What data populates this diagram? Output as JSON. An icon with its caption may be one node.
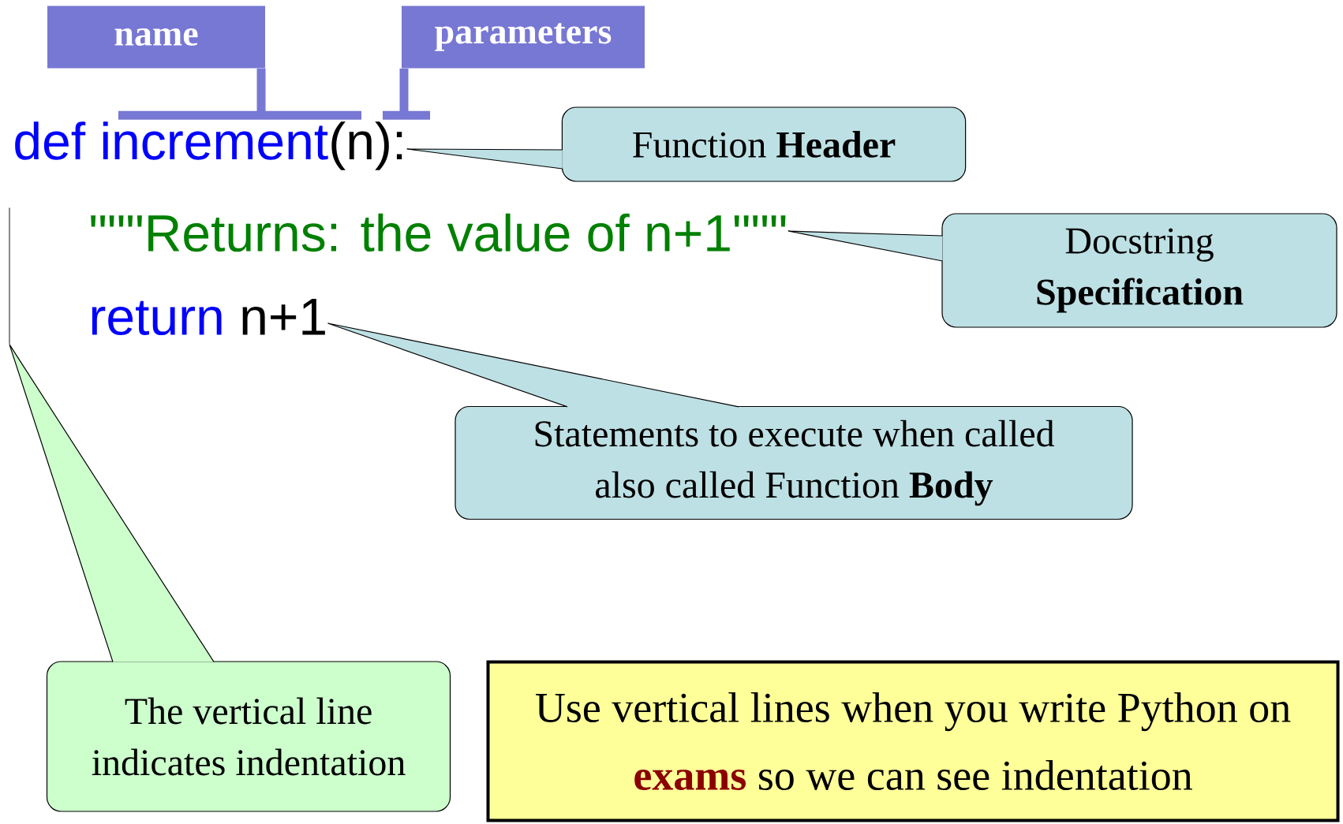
{
  "diagram": {
    "nodes": [
      {
        "text": [
          "name"
        ]
      },
      {
        "text": [
          "parameters"
        ]
      },
      {
        "text": [
          "def increment",
          "(n):"
        ]
      },
      {
        "text": [
          "\"\"\"Returns: the value of n+1\"\"\""
        ]
      },
      {
        "text": [
          "return",
          "n+1"
        ]
      },
      {
        "text": [
          "Function **Header**"
        ]
      },
      {
        "text": [
          "Docstring **Specification**"
        ]
      },
      {
        "text": [
          "Statements to execute when called also called Function **Body**"
        ]
      },
      {
        "text": [],
        "shape": "line"
      },
      {
        "text": [
          "The vertical line indicates indentation"
        ]
      },
      {
        "text": [
          "Use vertical lines when you write Python on **exams** so we can see indentation"
        ]
      }
    ],
    "edges": [
      {
        "from": 0,
        "to": 2,
        "arrow": "none",
        "style": "thick",
        "color": "#7777d4"
      },
      {
        "from": 1,
        "to": 2,
        "arrow": "none",
        "style": "thick",
        "color": "#7777d4"
      },
      {
        "from": 5,
        "to": 2,
        "arrow": "none"
      },
      {
        "from": 6,
        "to": 3,
        "arrow": "none"
      },
      {
        "from": 7,
        "to": 4,
        "arrow": "none"
      },
      {
        "from": 9,
        "to": 8,
        "arrow": "none"
      }
    ]
  }
}
